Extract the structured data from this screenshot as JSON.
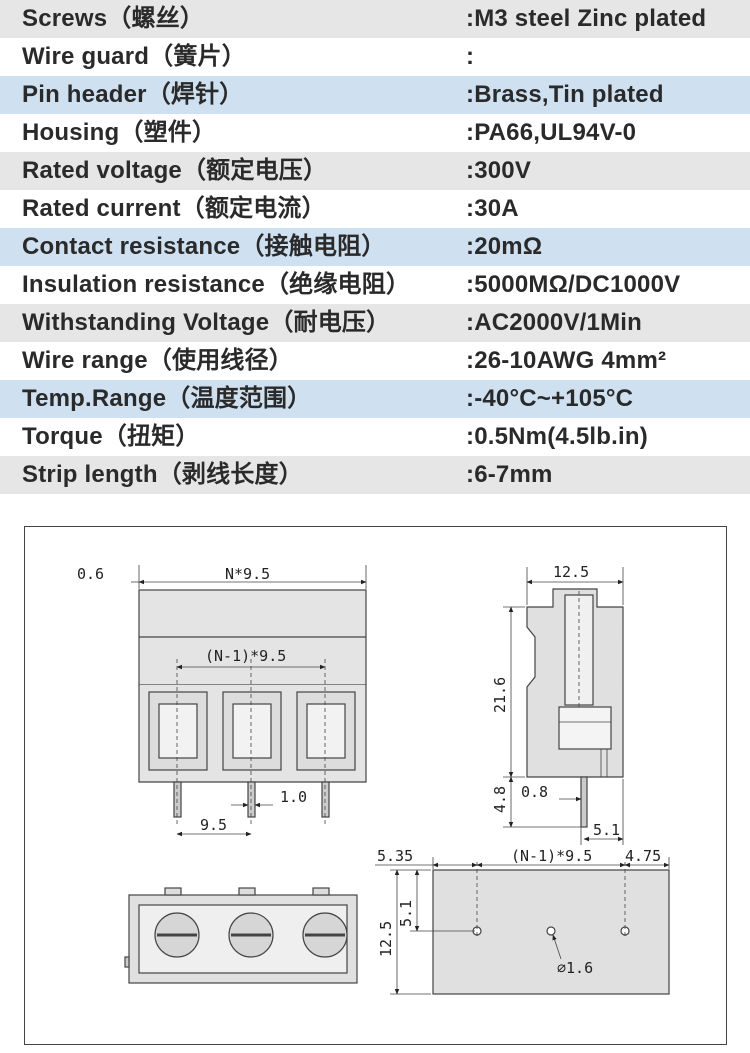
{
  "specs": [
    {
      "key": "Screws（螺丝）",
      "value": ":M3 steel Zinc plated",
      "shade": "gray"
    },
    {
      "key": "Wire guard（簧片）",
      "value": ":",
      "shade": "white"
    },
    {
      "key": "Pin header（焊针）",
      "value": ":Brass,Tin plated",
      "shade": "blue"
    },
    {
      "key": "Housing（塑件）",
      "value": ":PA66,UL94V-0",
      "shade": "white"
    },
    {
      "key": "Rated voltage（额定电压）",
      "value": ":300V",
      "shade": "gray"
    },
    {
      "key": "Rated current（额定电流）",
      "value": ":30A",
      "shade": "white"
    },
    {
      "key": "Contact resistance（接触电阻）",
      "value": ":20mΩ",
      "shade": "blue"
    },
    {
      "key": "Insulation resistance（绝缘电阻）",
      "value": ":5000MΩ/DC1000V",
      "shade": "white"
    },
    {
      "key": "Withstanding Voltage（耐电压）",
      "value": ":AC2000V/1Min",
      "shade": "gray"
    },
    {
      "key": "Wire range（使用线径）",
      "value": ":26-10AWG  4mm²",
      "shade": "white"
    },
    {
      "key": "Temp.Range（温度范围）",
      "value": ":-40°C~+105°C",
      "shade": "blue"
    },
    {
      "key": "Torque（扭矩）",
      "value": ":0.5Nm(4.5lb.in)",
      "shade": "white"
    },
    {
      "key": "Strip length（剥线长度）",
      "value": ":6-7mm",
      "shade": "gray"
    }
  ],
  "drawing": {
    "front": {
      "d_06": "0.6",
      "d_n95": "N*9.5",
      "d_n195": "(N-1)*9.5",
      "d_95": "9.5",
      "d_10": "1.0"
    },
    "side": {
      "d_125": "12.5",
      "d_216": "21.6",
      "d_48": "4.8",
      "d_08": "0.8",
      "d_51": "5.1"
    },
    "bottom": {
      "d_535": "5.35",
      "d_n195": "(N-1)*9.5",
      "d_475": "4.75",
      "d_125": "12.5",
      "d_51": "5.1",
      "d_hole": "⌀1.6"
    }
  }
}
